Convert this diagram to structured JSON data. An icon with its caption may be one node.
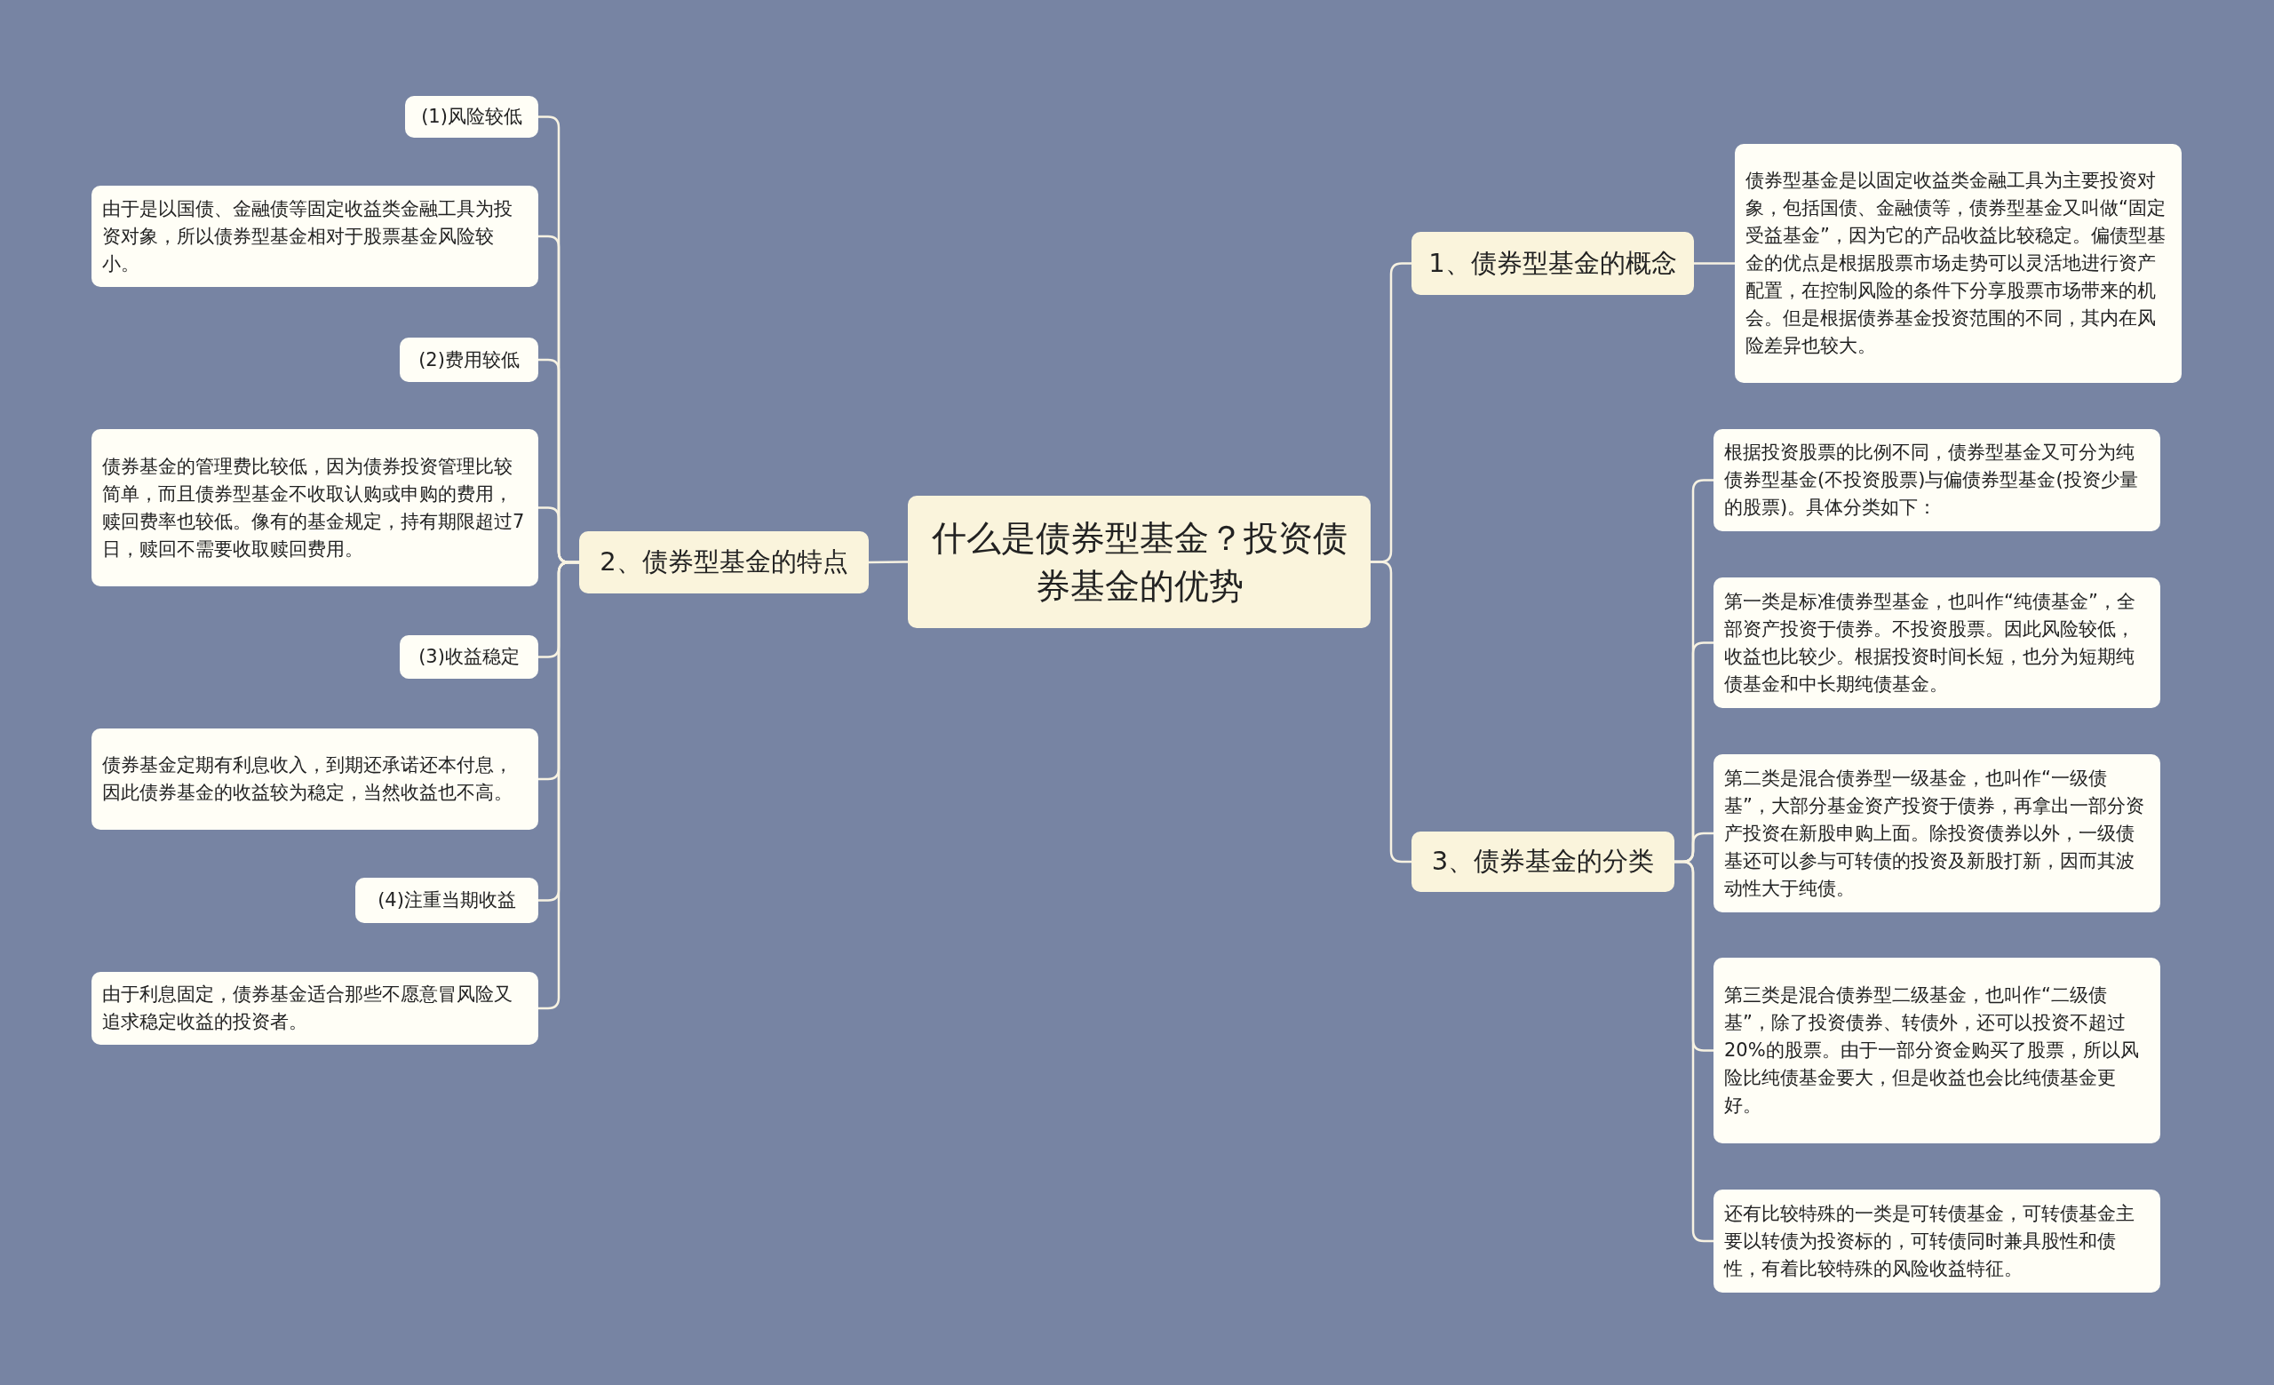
{
  "diagram": {
    "nodes": [
      {
        "text": [
          "什么是债券型基金？投资债券基金的优势"
        ]
      },
      {
        "text": [
          "1、债券型基金的概念"
        ]
      },
      {
        "text": [
          "债券型基金是以固定收益类金融工具为主要投资对象，包括国债、金融债等，债券型基金又叫做“固定受益基金”，因为它的产品收益比较稳定。偏债型基金的优点是根据股票市场走势可以灵活地进行资产配置，在控制风险的条件下分享股票市场带来的机会。但是根据债券基金投资范围的不同，其内在风险差异也较大。"
        ]
      },
      {
        "text": [
          "2、债券型基金的特点"
        ]
      },
      {
        "text": [
          "(1)风险较低"
        ]
      },
      {
        "text": [
          "由于是以国债、金融债等固定收益类金融工具为投资对象，所以债券型基金相对于股票基金风险较小。"
        ]
      },
      {
        "text": [
          "(2)费用较低"
        ]
      },
      {
        "text": [
          "债券基金的管理费比较低，因为债券投资管理比较简单，而且债券型基金不收取认购或申购的费用，赎回费率也较低。像有的基金规定，持有期限超过7日，赎回不需要收取赎回费用。"
        ]
      },
      {
        "text": [
          "(3)收益稳定"
        ]
      },
      {
        "text": [
          "债券基金定期有利息收入，到期还承诺还本付息，因此债券基金的收益较为稳定，当然收益也不高。"
        ]
      },
      {
        "text": [
          "(4)注重当期收益"
        ]
      },
      {
        "text": [
          "由于利息固定，债券基金适合那些不愿意冒风险又追求稳定收益的投资者。"
        ]
      },
      {
        "text": [
          "3、债券基金的分类"
        ]
      },
      {
        "text": [
          "根据投资股票的比例不同，债券型基金又可分为纯债券型基金(不投资股票)与偏债券型基金(投资少量的股票)。具体分类如下："
        ]
      },
      {
        "text": [
          "第一类是标准债券型基金，也叫作“纯债基金”，全部资产投资于债券。不投资股票。因此风险较低，收益也比较少。根据投资时间长短，也分为短期纯债基金和中长期纯债基金。"
        ]
      },
      {
        "text": [
          "第二类是混合债券型一级基金，也叫作“一级债基”，大部分基金资产投资于债券，再拿出一部分资产投资在新股申购上面。除投资债券以外，一级债基还可以参与可转债的投资及新股打新，因而其波动性大于纯债。"
        ]
      },
      {
        "text": [
          "第三类是混合债券型二级基金，也叫作“二级债基”，除了投资债券、转债外，还可以投资不超过20%的股票。由于一部分资金购买了股票，所以风险比纯债基金要大，但是收益也会比纯债基金更好。"
        ]
      },
      {
        "text": [
          "还有比较特殊的一类是可转债基金，可转债基金主要以转债为投资标的，可转债同时兼具股性和债性，有着比较特殊的风险收益特征。"
        ]
      }
    ],
    "edges": [
      {
        "from": 0,
        "to": 1,
        "arrow": "none"
      },
      {
        "from": 1,
        "to": 2,
        "arrow": "none"
      },
      {
        "from": 0,
        "to": 3,
        "arrow": "none"
      },
      {
        "from": 3,
        "to": 4,
        "arrow": "none"
      },
      {
        "from": 3,
        "to": 5,
        "arrow": "none"
      },
      {
        "from": 3,
        "to": 6,
        "arrow": "none"
      },
      {
        "from": 3,
        "to": 7,
        "arrow": "none"
      },
      {
        "from": 3,
        "to": 8,
        "arrow": "none"
      },
      {
        "from": 3,
        "to": 9,
        "arrow": "none"
      },
      {
        "from": 3,
        "to": 10,
        "arrow": "none"
      },
      {
        "from": 3,
        "to": 11,
        "arrow": "none"
      },
      {
        "from": 0,
        "to": 12,
        "arrow": "none"
      },
      {
        "from": 12,
        "to": 13,
        "arrow": "none"
      },
      {
        "from": 12,
        "to": 14,
        "arrow": "none"
      },
      {
        "from": 12,
        "to": 15,
        "arrow": "none"
      },
      {
        "from": 12,
        "to": 16,
        "arrow": "none"
      },
      {
        "from": 12,
        "to": 17,
        "arrow": "none"
      }
    ]
  }
}
